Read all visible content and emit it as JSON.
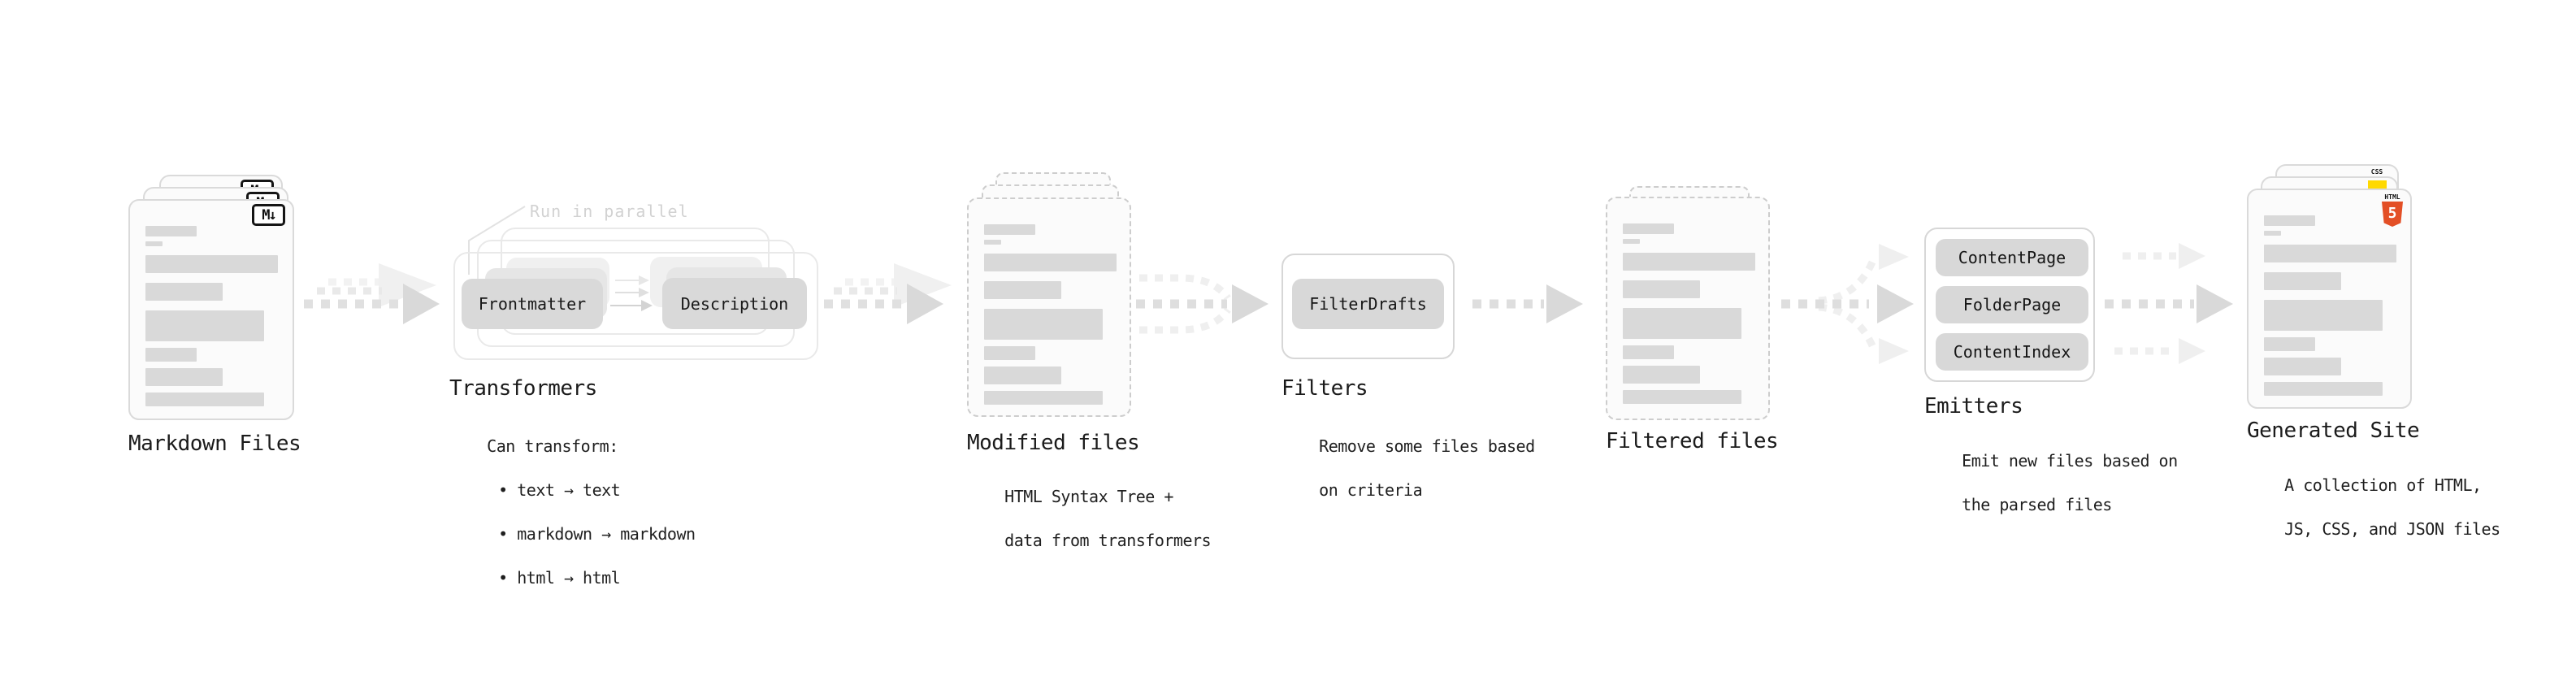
{
  "stages": {
    "markdown": {
      "title": "Markdown Files",
      "badge": "M↓"
    },
    "transformers": {
      "title": "Transformers",
      "annotation": "Run in parallel",
      "box_front": "Frontmatter",
      "box_back": "Description",
      "caption": "Can transform:",
      "bullets": [
        "• text → text",
        "• markdown → markdown",
        "• html → html"
      ]
    },
    "modified": {
      "title": "Modified files",
      "caption_line1": "HTML Syntax Tree +",
      "caption_line2": "data from transformers"
    },
    "filters": {
      "title": "Filters",
      "box": "FilterDrafts",
      "caption_line1": "Remove some files based",
      "caption_line2": "on criteria"
    },
    "filtered": {
      "title": "Filtered files"
    },
    "emitters": {
      "title": "Emitters",
      "boxes": [
        "ContentPage",
        "FolderPage",
        "ContentIndex"
      ],
      "caption_line1": "Emit new files based on",
      "caption_line2": "the parsed files"
    },
    "generated": {
      "title": "Generated Site",
      "caption_line1": "A collection of HTML,",
      "caption_line2": "JS, CSS, and JSON files",
      "badge_css": "CSS",
      "badge_html_word": "HTML",
      "badge_html_number": "5"
    }
  },
  "colors": {
    "html5_orange": "#e34f26",
    "js_yellow": "#ffd900",
    "css_blue": "#2965f1",
    "box_gray": "#d8d8d8",
    "arrow_dark": "#dcdcdc",
    "arrow_light": "#efefef"
  }
}
